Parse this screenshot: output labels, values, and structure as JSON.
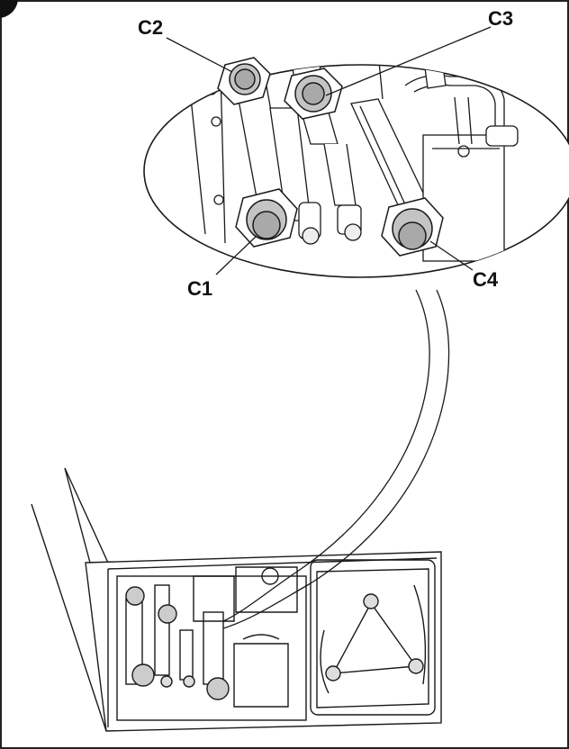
{
  "figure": {
    "callouts": [
      {
        "id": "C2",
        "label": "C2"
      },
      {
        "id": "C3",
        "label": "C3"
      },
      {
        "id": "C1",
        "label": "C1"
      },
      {
        "id": "C4",
        "label": "C4"
      }
    ]
  },
  "colors": {
    "line": "#1a1a1a",
    "fitting_fill": "#c4c4c4",
    "fitting_inner": "#a9a9a9",
    "background": "#ffffff",
    "border": "#222222"
  }
}
